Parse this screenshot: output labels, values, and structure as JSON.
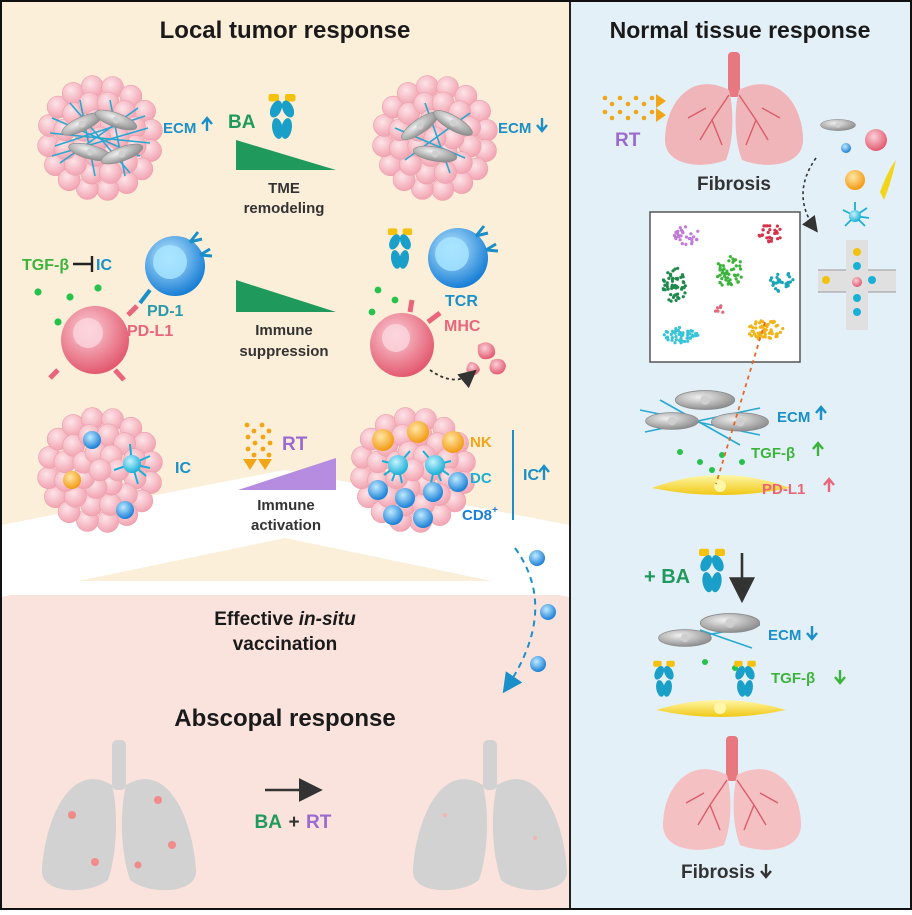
{
  "left": {
    "title": "Local tumor response",
    "row1": {
      "ecm_up": "ECM",
      "agent": "BA",
      "line1": "TME",
      "line2": "remodeling",
      "ecm_down": "ECM"
    },
    "row2": {
      "tgfb": "TGF-β",
      "ic": "IC",
      "pd1": "PD-1",
      "pdl1": "PD-L1",
      "line1": "Immune",
      "line2": "suppression",
      "tcr": "TCR",
      "mhc": "MHC"
    },
    "row3": {
      "ic": "IC",
      "agent": "RT",
      "line1": "Immune",
      "line2": "activation",
      "nk": "NK",
      "dc": "DC",
      "cd8": "CD8",
      "cd8_sup": "+",
      "ic_up": "IC"
    },
    "vaccination": {
      "prefix": "Effective ",
      "italic": "in-situ",
      "line2": "vaccination"
    },
    "abscopal": {
      "title": "Abscopal response",
      "ba": "BA",
      "plus": "+",
      "rt": "RT"
    }
  },
  "right": {
    "title": "Normal tissue response",
    "rt": "RT",
    "fibrosis": "Fibrosis",
    "ecm_up": "ECM",
    "tgfb_up": "TGF-β",
    "pdl1_up": "PD-L1",
    "plus_ba": "+ BA",
    "ecm_down": "ECM",
    "tgfb_down": "TGF-β",
    "fibrosis_down": "Fibrosis"
  },
  "colors": {
    "left_bg": "#fcefd9",
    "abscopal_bg": "#fbe3dd",
    "right_bg": "#e4f0f8",
    "ecm_blue": "#1a8fc8",
    "green": "#1f9a5c",
    "purple": "#9b6ad1",
    "pink": "#e8657a",
    "orange": "#f2a516",
    "lung_pink": "#f0b5b8",
    "lung_gray": "#d2d2d2"
  }
}
